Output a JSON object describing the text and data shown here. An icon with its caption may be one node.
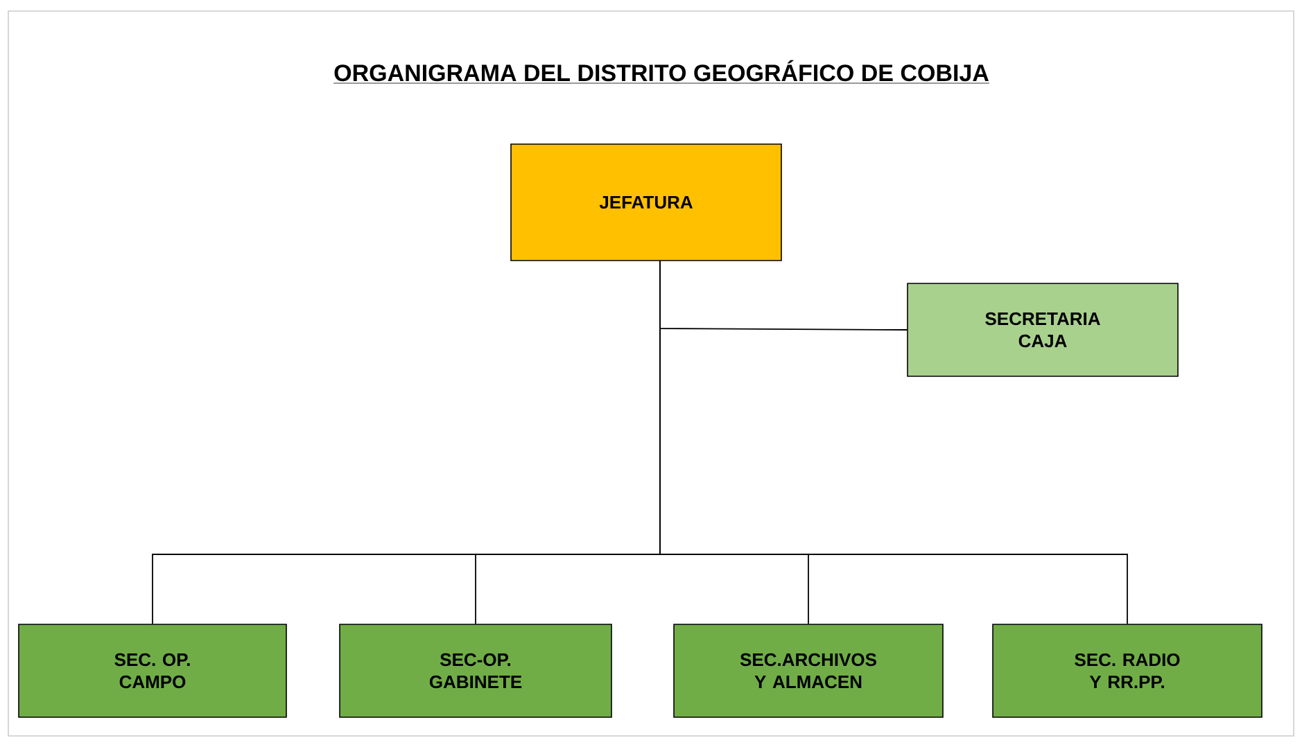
{
  "diagram": {
    "title": "ORGANIGRAMA DEL DISTRITO GEOGRÁFICO DE COBIJA",
    "nodes": [
      {
        "text": [
          "JEFATURA"
        ]
      },
      {
        "text": [
          "SECRETARIA CAJA"
        ]
      },
      {
        "text": [
          "SEC. OP. CAMPO"
        ]
      },
      {
        "text": [
          "SEC-OP. GABINETE"
        ]
      },
      {
        "text": [
          "SEC.ARCHIVOS Y ALMACEN"
        ]
      },
      {
        "text": [
          "SEC. RADIO Y RR.PP."
        ]
      }
    ],
    "edges": [
      {
        "from": 0,
        "to": 1,
        "arrow": "none"
      },
      {
        "from": 0,
        "to": 2,
        "arrow": "none"
      },
      {
        "from": 0,
        "to": 3,
        "arrow": "none"
      },
      {
        "from": 0,
        "to": 4,
        "arrow": "none"
      },
      {
        "from": 0,
        "to": 5,
        "arrow": "none"
      }
    ]
  }
}
